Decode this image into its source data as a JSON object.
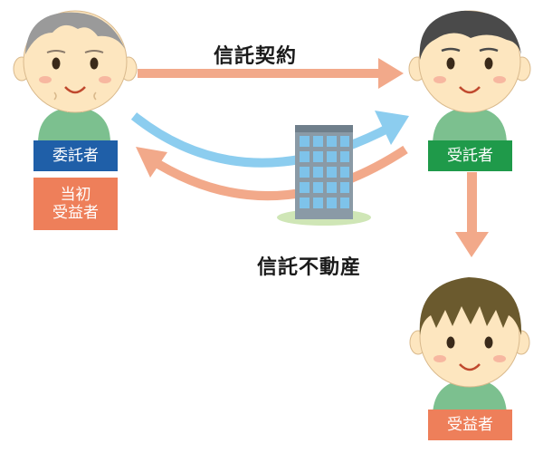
{
  "labels": {
    "trust_contract": "信託契約",
    "trust_property": "信託不動産",
    "settlor": "委託者",
    "initial_beneficiary_line1": "当初",
    "initial_beneficiary_line2": "受益者",
    "trustee": "受託者",
    "beneficiary": "受益者"
  },
  "colors": {
    "settlor_badge": "#1f5fa8",
    "initial_beneficiary_badge": "#ee7f5a",
    "trustee_badge": "#1f9a4a",
    "beneficiary_badge": "#ee7f5a",
    "arrow_salmon": "#f2a98a",
    "arrow_blue": "#8ccdef",
    "skin": "#fde6bf",
    "shirt": "#7cc08f"
  }
}
